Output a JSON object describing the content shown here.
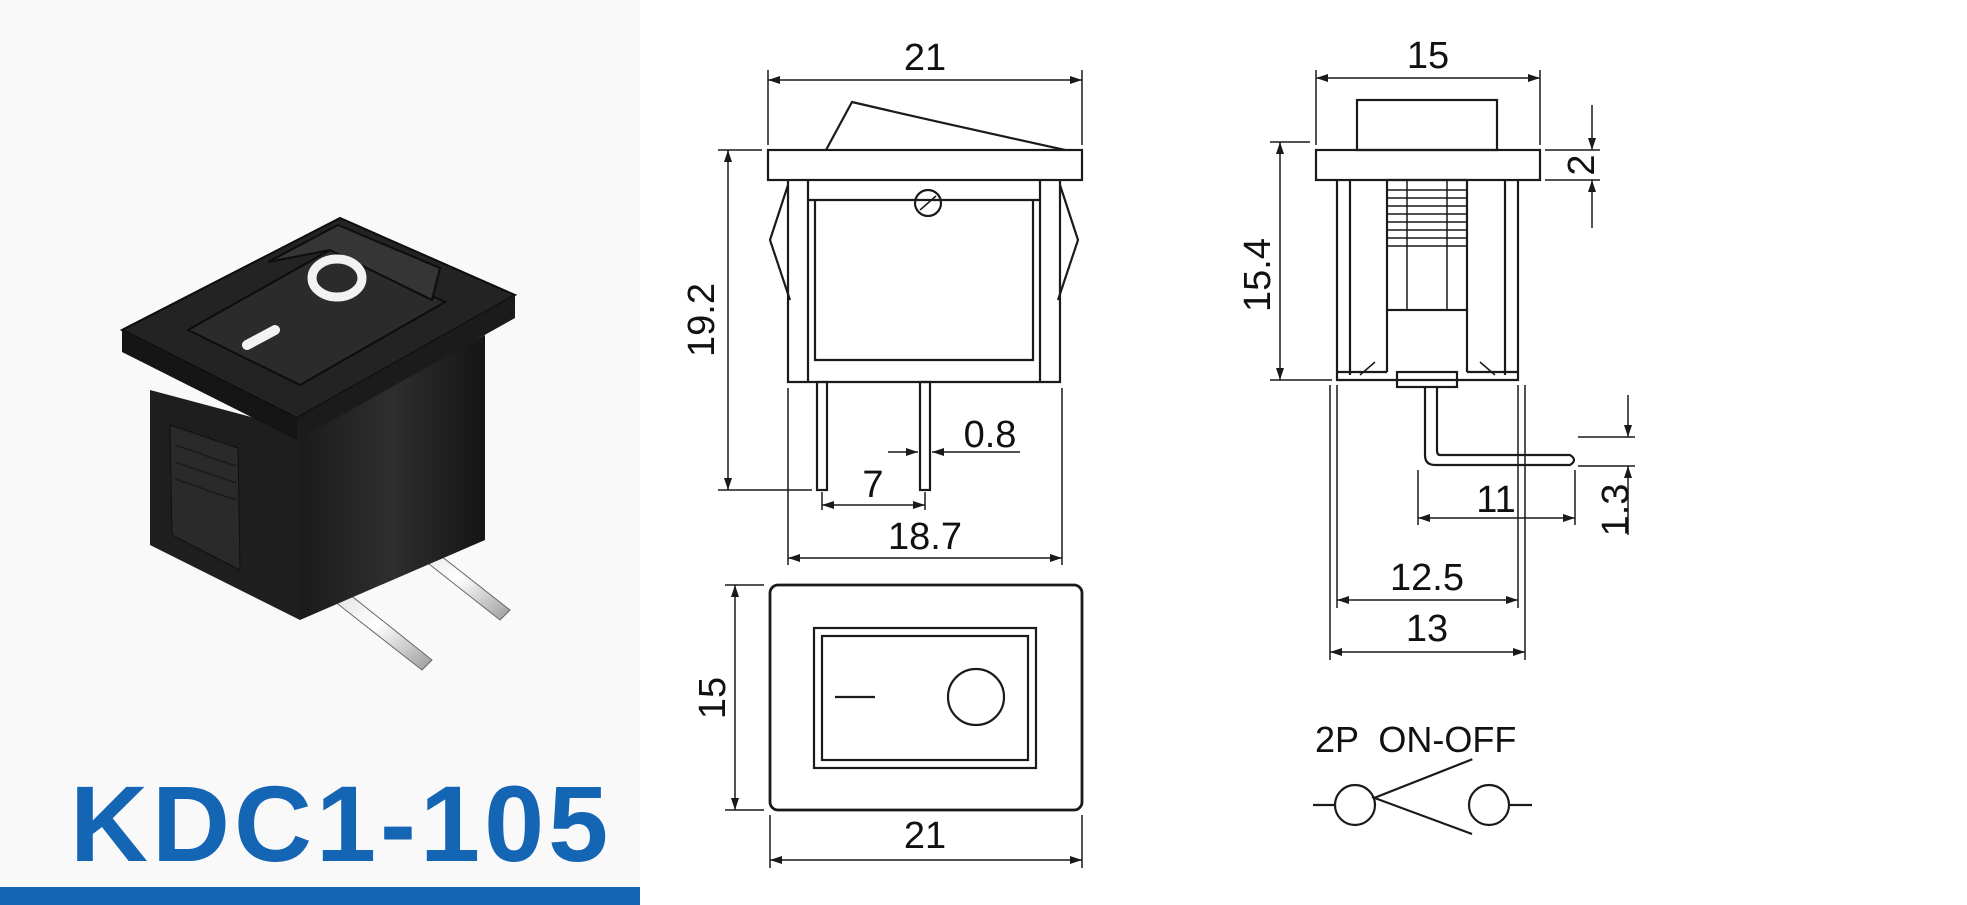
{
  "product": {
    "model": "KDC1-105",
    "accent_color": "#1565b5",
    "photo_symbols": {
      "on": "I",
      "off": "O"
    }
  },
  "dimensions": {
    "side_width_top": "21",
    "side_height": "19.2",
    "pin_thickness": "0.8",
    "pin_spacing": "7",
    "side_width_bottom": "18.7",
    "top_height": "15",
    "top_width": "21",
    "end_width_top": "15",
    "end_rocker_height": "2",
    "end_height": "15.4",
    "terminal_length": "11",
    "terminal_drop": "1.3",
    "end_width_inner": "12.5",
    "end_width_outer": "13"
  },
  "schematic": {
    "label": "2P  ON-OFF"
  }
}
